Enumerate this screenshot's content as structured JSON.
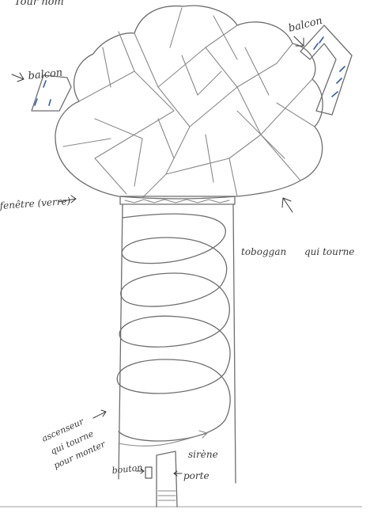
{
  "labels": {
    "top_left_cut": "Tour nom",
    "balcon_left": "balcon",
    "balcon_right": "balcon",
    "fenetre": "fenêtre (verre)",
    "toboggan_1": "toboggan",
    "toboggan_2": "qui tourne",
    "ascenseur_1": "ascenseur",
    "ascenseur_2": "qui tourne",
    "ascenseur_3": "pour monter",
    "bouton": "bouton",
    "sirene": "sirène",
    "porte": "porte"
  },
  "colors": {
    "pencil": "#8a8a8a",
    "ink": "#3a3a3a",
    "balcony_blue": "#2f5fb0"
  }
}
